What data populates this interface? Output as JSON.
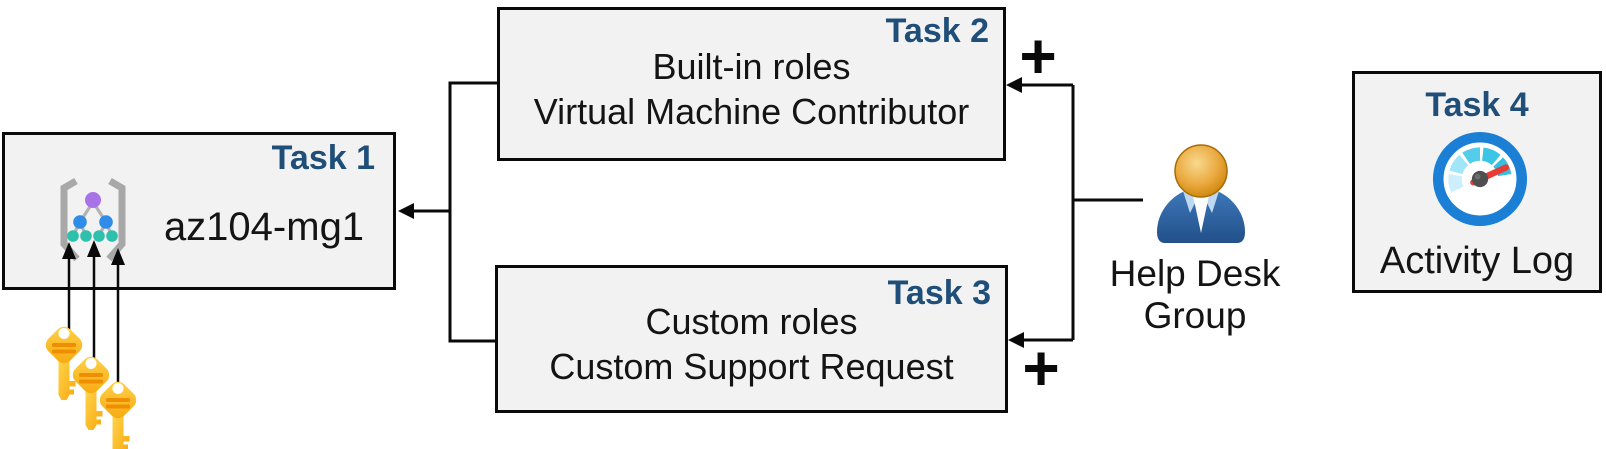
{
  "diagram": {
    "tasks": [
      {
        "label": "Task 1",
        "title": "az104-mg1",
        "icon": "management-group-icon"
      },
      {
        "label": "Task 2",
        "line1": "Built-in roles",
        "line2": "Virtual Machine Contributor"
      },
      {
        "label": "Task 3",
        "line1": "Custom roles",
        "line2": "Custom Support Request"
      },
      {
        "label": "Task 4",
        "caption": "Activity Log",
        "icon": "activity-log-gauge-icon"
      }
    ],
    "actor": {
      "label": "Help Desk Group",
      "icon": "user-person-icon"
    },
    "keys": {
      "icon": "keys-icon",
      "count": 3
    },
    "symbols": {
      "plus": "+"
    },
    "colors": {
      "task_label": "#1F4E79",
      "box_fill": "#F2F2F2",
      "box_border": "#0A0A0A",
      "text": "#141414",
      "connector": "#0A0A0A",
      "key_gold": "#FBB117",
      "key_stripe": "#EF8E00",
      "gauge_ring_blue": "#1B7FD6",
      "gauge_needle_red": "#EA3A34",
      "person_body_blue": "#2D62A6",
      "person_head_gold": "#E5A53C",
      "mg_purple": "#A873E6",
      "mg_blue": "#2F8CE8",
      "mg_teal": "#2CC0AD",
      "mg_brace_gray": "#A8A8A8"
    }
  }
}
